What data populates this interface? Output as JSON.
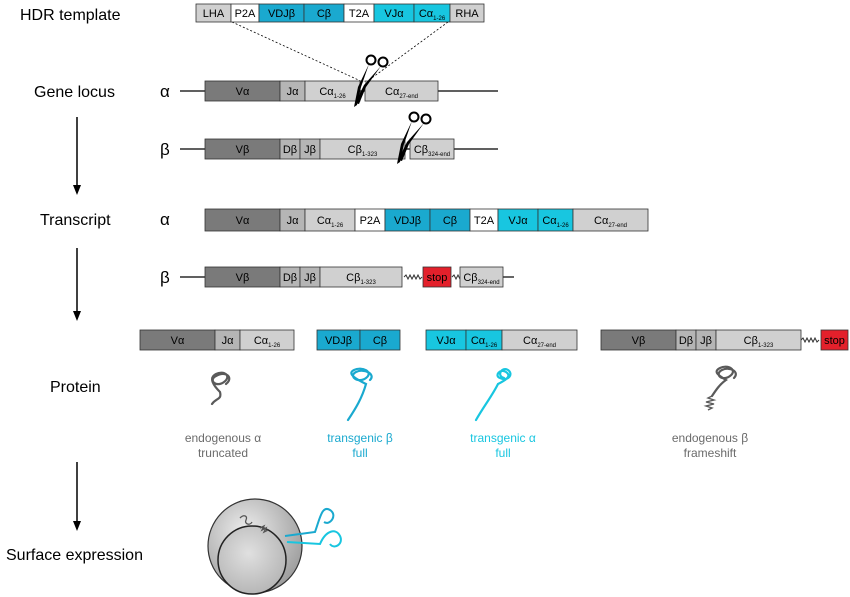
{
  "colors": {
    "dark_gray": "#7a7a7a",
    "mid_gray": "#b5b5b5",
    "light_gray": "#d0d0d0",
    "teal": "#1aa9cf",
    "cyan": "#18c6e0",
    "red": "#e3202b",
    "white": "#ffffff",
    "protein_gray": "#5a5a5a",
    "caption_gray": "#6b6b6b"
  },
  "labels": {
    "hdr_template": "HDR template",
    "gene_locus": "Gene locus",
    "transcript": "Transcript",
    "protein": "Protein",
    "surface_expression": "Surface expression",
    "alpha": "α",
    "beta": "β"
  },
  "hdr_segments": [
    {
      "text": "LHA",
      "sub": ""
    },
    {
      "text": "P2A",
      "sub": ""
    },
    {
      "text": "VDJβ",
      "sub": ""
    },
    {
      "text": "Cβ",
      "sub": ""
    },
    {
      "text": "T2A",
      "sub": ""
    },
    {
      "text": "VJα",
      "sub": ""
    },
    {
      "text": "Cα",
      "sub": "1-26"
    },
    {
      "text": "RHA",
      "sub": ""
    }
  ],
  "locus_alpha": [
    {
      "text": "Vα",
      "sub": ""
    },
    {
      "text": "Jα",
      "sub": ""
    },
    {
      "text": "Cα",
      "sub": "1-26"
    },
    {
      "text": "Cα",
      "sub": "27-end"
    }
  ],
  "locus_beta": [
    {
      "text": "Vβ",
      "sub": ""
    },
    {
      "text": "Dβ",
      "sub": ""
    },
    {
      "text": "Jβ",
      "sub": ""
    },
    {
      "text": "Cβ",
      "sub": "1-323"
    },
    {
      "text": "Cβ",
      "sub": "324-end"
    }
  ],
  "transcript_alpha": [
    {
      "text": "Vα",
      "sub": ""
    },
    {
      "text": "Jα",
      "sub": ""
    },
    {
      "text": "Cα",
      "sub": "1-26"
    },
    {
      "text": "P2A",
      "sub": ""
    },
    {
      "text": "VDJβ",
      "sub": ""
    },
    {
      "text": "Cβ",
      "sub": ""
    },
    {
      "text": "T2A",
      "sub": ""
    },
    {
      "text": "VJα",
      "sub": ""
    },
    {
      "text": "Cα",
      "sub": "1-26"
    },
    {
      "text": "Cα",
      "sub": "27-end"
    }
  ],
  "transcript_beta": [
    {
      "text": "Vβ",
      "sub": ""
    },
    {
      "text": "Dβ",
      "sub": ""
    },
    {
      "text": "Jβ",
      "sub": ""
    },
    {
      "text": "Cβ",
      "sub": "1-323"
    },
    {
      "text": "stop",
      "sub": ""
    },
    {
      "text": "Cβ",
      "sub": "324-end"
    }
  ],
  "protein_endo_alpha": [
    {
      "text": "Vα",
      "sub": ""
    },
    {
      "text": "Jα",
      "sub": ""
    },
    {
      "text": "Cα",
      "sub": "1-26"
    }
  ],
  "protein_tg_beta": [
    {
      "text": "VDJβ",
      "sub": ""
    },
    {
      "text": "Cβ",
      "sub": ""
    }
  ],
  "protein_tg_alpha": [
    {
      "text": "VJα",
      "sub": ""
    },
    {
      "text": "Cα",
      "sub": "1-26"
    },
    {
      "text": "Cα",
      "sub": "27-end"
    }
  ],
  "protein_endo_beta": [
    {
      "text": "Vβ",
      "sub": ""
    },
    {
      "text": "Dβ",
      "sub": ""
    },
    {
      "text": "Jβ",
      "sub": ""
    },
    {
      "text": "Cβ",
      "sub": "1-323"
    },
    {
      "text": "stop",
      "sub": ""
    }
  ],
  "captions": {
    "endo_alpha": {
      "line1": "endogenous α",
      "line2": "truncated"
    },
    "tg_beta": {
      "line1": "transgenic β",
      "line2": "full"
    },
    "tg_alpha": {
      "line1": "transgenic α",
      "line2": "full"
    },
    "endo_beta": {
      "line1": "endogenous β",
      "line2": "frameshift"
    }
  }
}
